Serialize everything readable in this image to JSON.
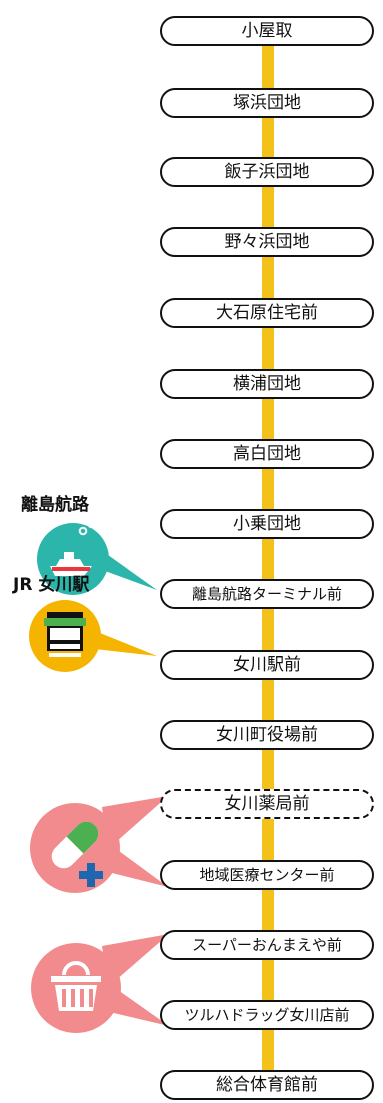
{
  "route": {
    "stops": [
      {
        "name": "小屋取"
      },
      {
        "name": "塚浜団地"
      },
      {
        "name": "飯子浜団地"
      },
      {
        "name": "野々浜団地"
      },
      {
        "name": "大石原住宅前"
      },
      {
        "name": "横浦団地"
      },
      {
        "name": "高白団地"
      },
      {
        "name": "小乗団地"
      },
      {
        "name": "離島航路ターミナル前"
      },
      {
        "name": "女川駅前"
      },
      {
        "name": "女川町役場前"
      },
      {
        "name": "女川薬局前"
      },
      {
        "name": "地域医療センター前"
      },
      {
        "name": "スーパーおんまえや前"
      },
      {
        "name": "ツルハドラッグ女川店前"
      },
      {
        "name": "総合体育館前"
      }
    ]
  },
  "landmarks": {
    "ferry_label": "離島航路",
    "jr_label": "JR 女川駅",
    "icons": [
      "ferry-icon",
      "train-icon",
      "pill-icon",
      "shopping-basket-icon"
    ]
  },
  "colors": {
    "rail": "#f4c11b",
    "ferry_bubble": "#2bb5ab",
    "train_bubble": "#f4b400",
    "medical_bubble": "#f28b8d",
    "medical_cross": "#1f66b1",
    "stop_border": "#111111"
  }
}
